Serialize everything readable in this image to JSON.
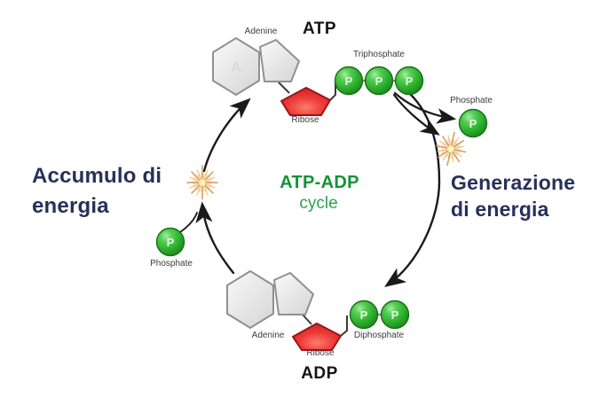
{
  "diagram": {
    "center_title": {
      "line1": "ATP-ADP",
      "line2": "cycle"
    },
    "left_caption": {
      "line1": "Accumulo di",
      "line2": "energia"
    },
    "right_caption": {
      "line1": "Generazione",
      "line2": "di energia"
    },
    "p_letter": "P",
    "atp": {
      "title": "ATP",
      "adenine_label": "Adenine",
      "adenine_letter": "A",
      "ribose_label": "Ribose",
      "group_label": "Triphosphate"
    },
    "adp": {
      "title": "ADP",
      "adenine_label": "Adenine",
      "ribose_label": "Ribose",
      "group_label": "Diphosphate"
    },
    "free_phosphate_left": {
      "label": "Phosphate"
    },
    "free_phosphate_right": {
      "label": "Phosphate"
    },
    "colors": {
      "phosphate_green": "#2eb22e",
      "ribose_red": "#ee3b3b",
      "adenine_gray": "#e6e6e6",
      "title_green": "#149238",
      "cycle_green": "#2fa054",
      "caption_navy": "#27305a",
      "arrow_black": "#1a1a1a",
      "burst_orange": "#d28f45"
    }
  }
}
